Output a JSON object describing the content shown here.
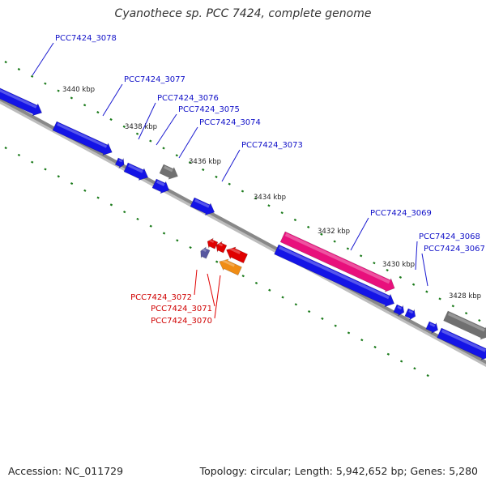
{
  "title": "Cyanothece sp. PCC 7424, complete genome",
  "footer": {
    "accession": "Accession: NC_011729",
    "topology": "Topology: circular; Length: 5,942,652 bp; Genes: 5,280"
  },
  "colors": {
    "forward": "#1414e6",
    "reverse": "#e00000",
    "gray": "#707070",
    "pink": "#e8107c",
    "orange": "#f08c14",
    "slate": "#5858a0",
    "tick": "#1a7a1a",
    "backbone": "#888888"
  },
  "ticks": [
    {
      "label": "3440 kbp",
      "kbp": 3440
    },
    {
      "label": "3438 kbp",
      "kbp": 3438
    },
    {
      "label": "3436 kbp",
      "kbp": 3436
    },
    {
      "label": "3434 kbp",
      "kbp": 3434
    },
    {
      "label": "3432 kbp",
      "kbp": 3432
    },
    {
      "label": "3430 kbp",
      "kbp": 3430
    },
    {
      "label": "3428 kbp",
      "kbp": 3428
    }
  ],
  "genes_forward": [
    {
      "label": "PCC7424_3078"
    },
    {
      "label": "PCC7424_3077"
    },
    {
      "label": "PCC7424_3076"
    },
    {
      "label": "PCC7424_3075"
    },
    {
      "label": "PCC7424_3074"
    },
    {
      "label": "PCC7424_3073"
    },
    {
      "label": "PCC7424_3069"
    },
    {
      "label": "PCC7424_3068"
    },
    {
      "label": "PCC7424_3067"
    }
  ],
  "genes_reverse": [
    {
      "label": "PCC7424_3072"
    },
    {
      "label": "PCC7424_3071"
    },
    {
      "label": "PCC7424_3070"
    }
  ]
}
